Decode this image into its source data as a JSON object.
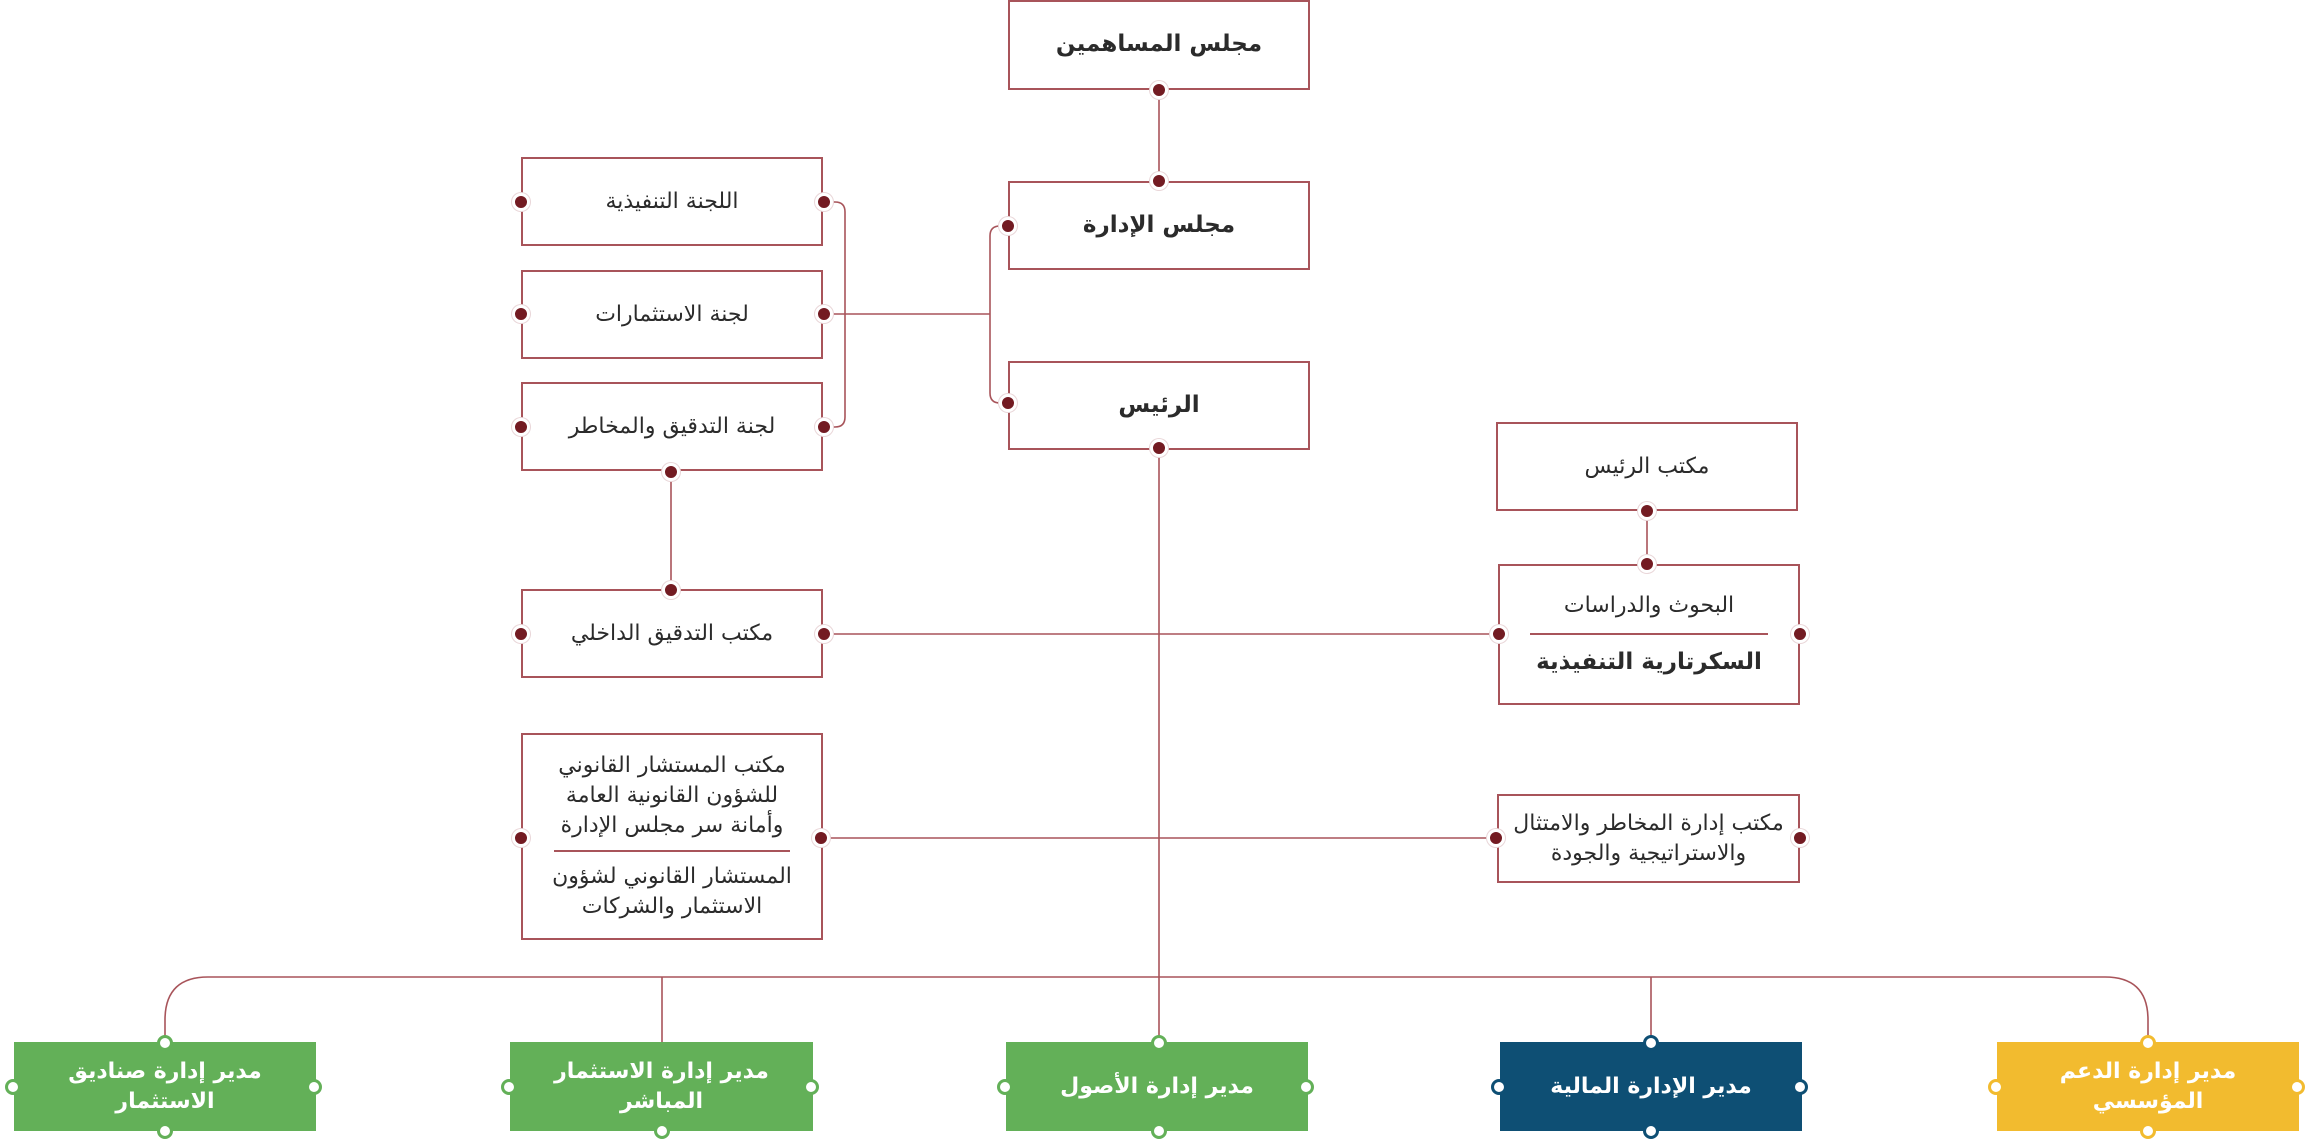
{
  "nodes": {
    "shareholders": "مجلس المساهمين",
    "board": "مجلس الإدارة",
    "chairman": "الرئيس",
    "executive_committee": "اللجنة التنفيذية",
    "investment_committee": "لجنة الاستثمارات",
    "audit_risk_committee": "لجنة التدقيق والمخاطر",
    "internal_audit_office": "مكتب التدقيق الداخلي",
    "chairman_office": "مكتب الرئيس",
    "research_studies": "البحوث والدراسات",
    "executive_secretariat": "السكرتارية التنفيذية",
    "legal_office_line1": "مكتب المستشار القانوني",
    "legal_office_line2": "للشؤون القانونية العامة",
    "legal_office_line3": "وأمانة سر مجلس الإدارة",
    "legal_investment_line1": "المستشار القانوني لشؤون",
    "legal_investment_line2": "الاستثمار والشركات",
    "risk_office_line1": "مكتب إدارة المخاطر والامتثال",
    "risk_office_line2": "والاستراتيجية والجودة",
    "funds_manager_line1": "مدير إدارة صناديق",
    "funds_manager_line2": "الاستثمار",
    "direct_investment_line1": "مدير إدارة الاستثمار",
    "direct_investment_line2": "المباشر",
    "assets_manager": "مدير إدارة الأصول",
    "finance_manager": "مدير الإدارة المالية",
    "support_manager_line1": "مدير إدارة الدعم",
    "support_manager_line2": "المؤسسي"
  },
  "colors": {
    "line": "#a8545a",
    "dot": "#731b22",
    "green": "#63b058",
    "navy": "#0e4f74",
    "gold": "#f2bb2f"
  }
}
